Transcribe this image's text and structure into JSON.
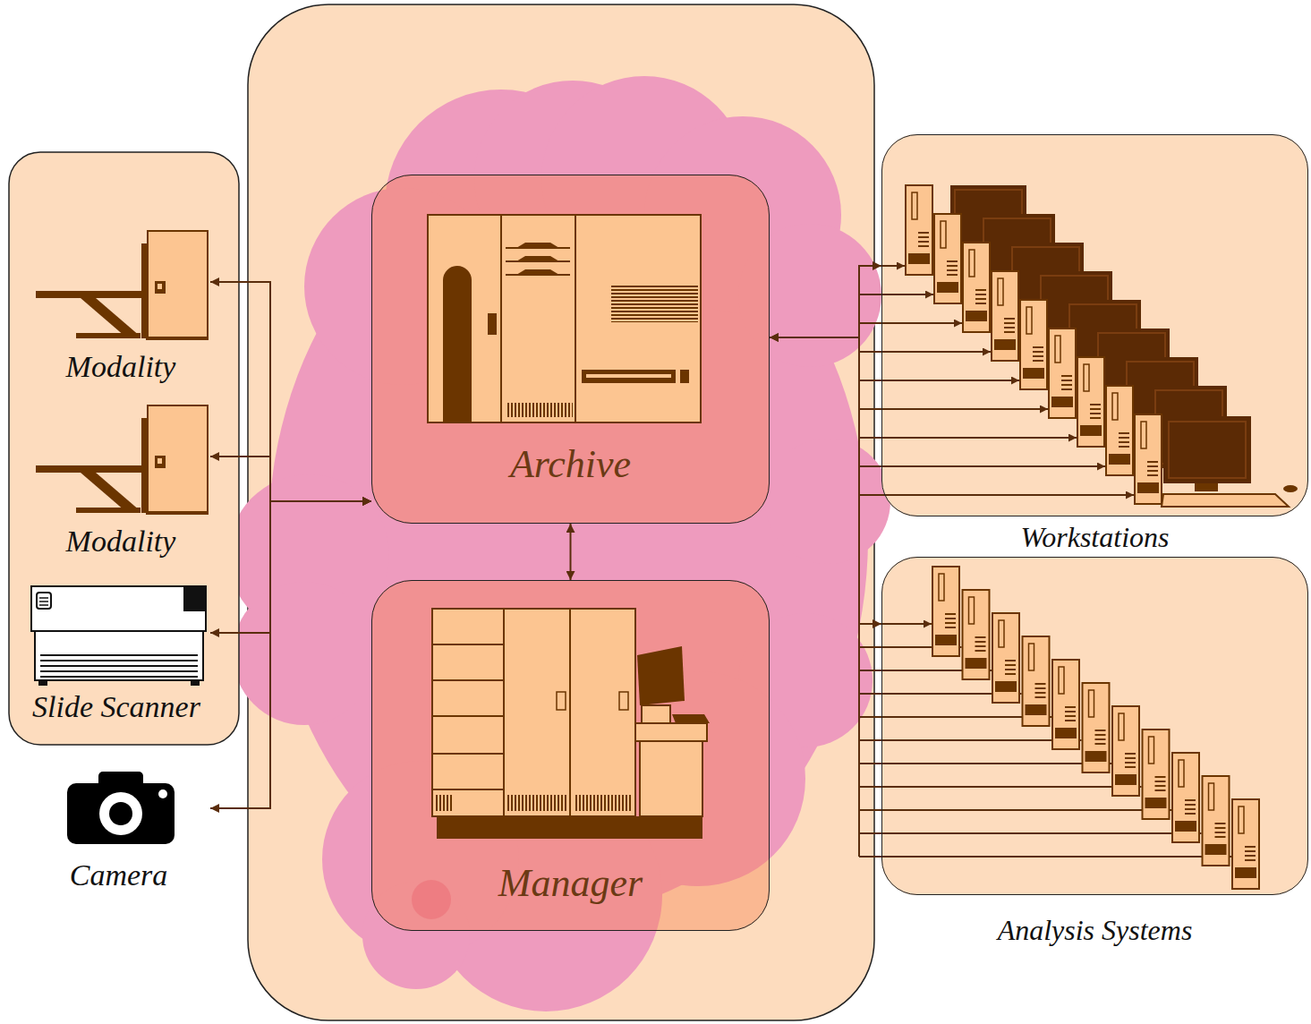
{
  "diagram": {
    "nodes": [
      {
        "text": [
          "Modality"
        ]
      },
      {
        "text": [
          "Modality"
        ]
      },
      {
        "text": [
          "Slide Scanner"
        ]
      },
      {
        "text": [
          "Camera"
        ]
      },
      {
        "text": [
          "Archive"
        ]
      },
      {
        "text": [
          "Manager"
        ]
      },
      {
        "text": [
          "Workstations"
        ]
      },
      {
        "text": [
          "Analysis Systems"
        ]
      }
    ],
    "edges": [
      {
        "from": 4,
        "to": 0,
        "arrow": "both"
      },
      {
        "from": 4,
        "to": 1,
        "arrow": "both"
      },
      {
        "from": 4,
        "to": 2,
        "arrow": "both"
      },
      {
        "from": 4,
        "to": 3,
        "arrow": "both"
      },
      {
        "from": 4,
        "to": 5,
        "arrow": "both"
      },
      {
        "from": 4,
        "to": 6,
        "arrow": "both"
      },
      {
        "from": 4,
        "to": 7,
        "arrow": "both"
      }
    ]
  }
}
